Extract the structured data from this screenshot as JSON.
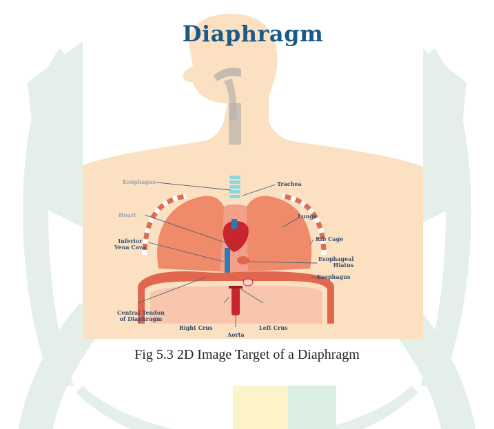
{
  "title": "Diaphragm",
  "caption": "Fig 5.3 2D Image Target of a Diaphragm",
  "labels": {
    "esophagus_top": "Esophagus",
    "trachea": "Trachea",
    "heart": "Heart",
    "lungs": "Lungs",
    "rib_cage": "Rib Cage",
    "inferior_vena_cava": "Inferior\nVena Cava",
    "esophageal_hiatus": "Esophageal\nHiatus",
    "esophagus": "Esophagus",
    "central_tendon": "Central Tendon\nof Diaphragm",
    "right_crus": "Right Crus",
    "left_crus": "Left Crus",
    "aorta": "Aorta"
  },
  "colors": {
    "title": "#1b5a86",
    "label_text": "#344d6b",
    "body_skin": "#f9d6ad",
    "lung": "#ef8a6b",
    "diaphragm": "#e0674e",
    "watermark": "#e4efe9"
  }
}
